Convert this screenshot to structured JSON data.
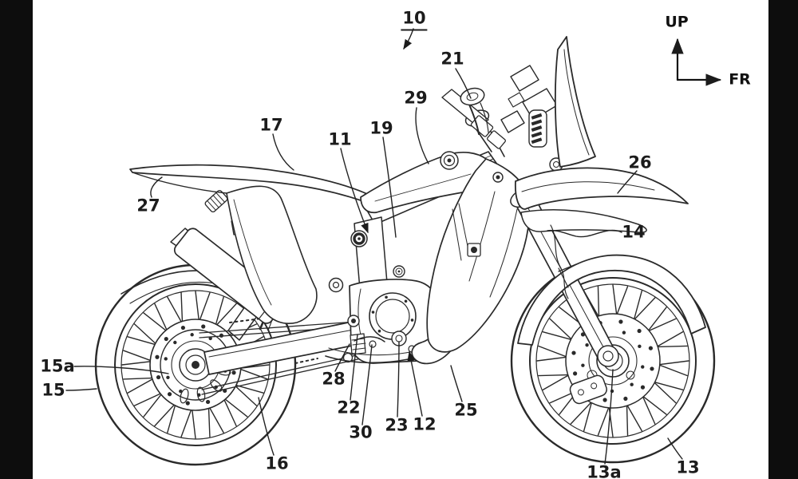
{
  "figure": {
    "kind": "patent line drawing",
    "subject": "motorcycle side view",
    "labels": {
      "l10": "10",
      "l21": "21",
      "l29": "29",
      "l17": "17",
      "l11": "11",
      "l19": "19",
      "l26": "26",
      "l14": "14",
      "l27": "27",
      "l15a": "15a",
      "l15": "15",
      "l16": "16",
      "l28": "28",
      "l22": "22",
      "l30": "30",
      "l23": "23",
      "l12": "12",
      "l25": "25",
      "l13": "13",
      "l13a": "13a"
    },
    "axis_indicator": {
      "up": "UP",
      "fr": "FR"
    }
  },
  "colors": {
    "line": "#2a2a2a",
    "background": "#ffffff",
    "letterbox": "#0d0d0d"
  }
}
